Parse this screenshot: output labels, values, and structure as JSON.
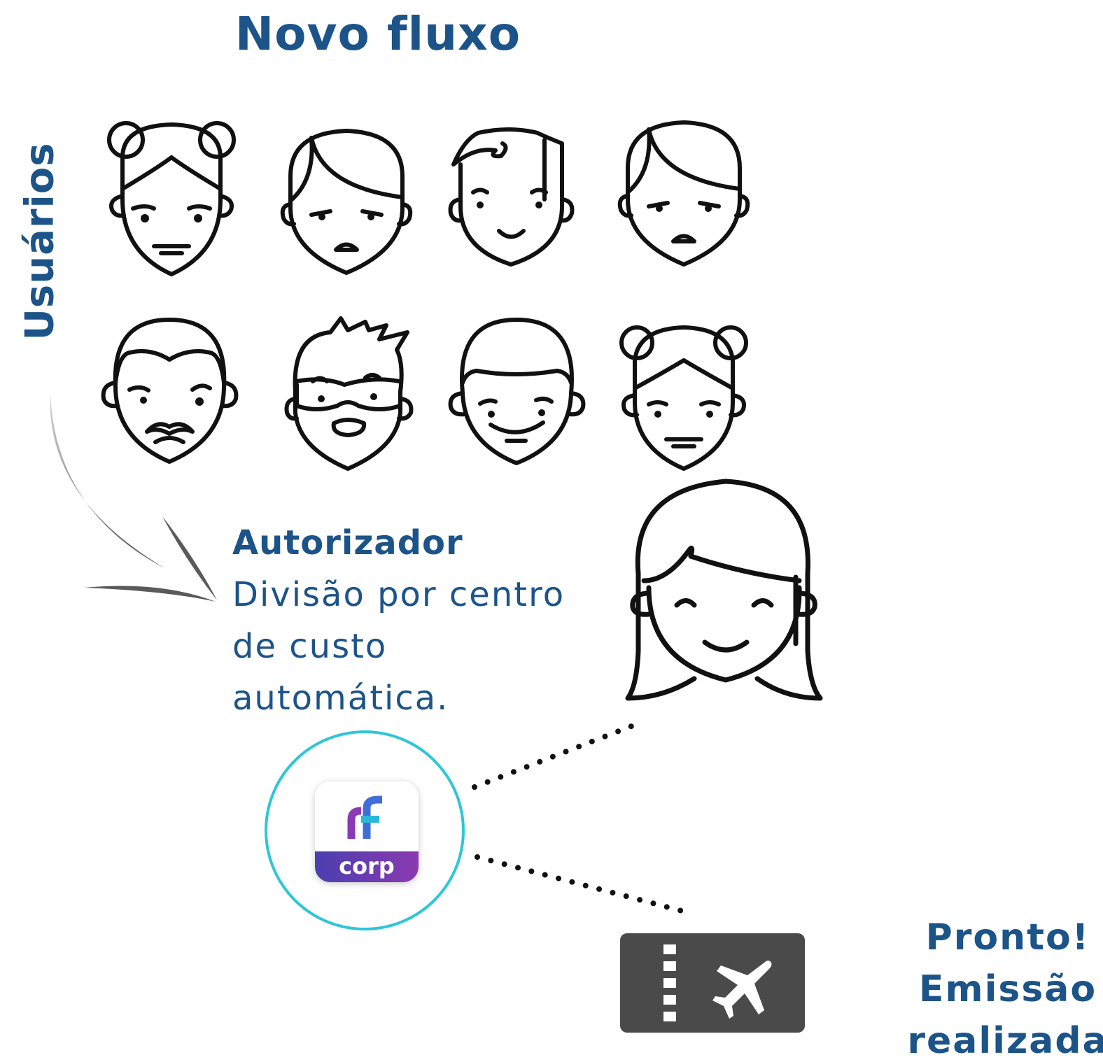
{
  "title": "Novo fluxo",
  "side_label": "Usuários",
  "authorizer": {
    "heading": "Autorizador",
    "lines": [
      "Divisão por centro",
      "de custo",
      "automática."
    ]
  },
  "app": {
    "band_label": "corp",
    "icon": "rf-corp-app-icon"
  },
  "done": {
    "lines": [
      "Pronto!",
      "Emissão",
      "realizada"
    ]
  },
  "icons": {
    "users": [
      "woman-buns-face-icon",
      "man-face-icon",
      "boy-face-icon",
      "man-face-icon",
      "mustache-man-face-icon",
      "bearded-man-face-icon",
      "smiling-man-face-icon",
      "girl-buns-face-icon"
    ],
    "authorizer": "smiling-woman-face-icon",
    "arrow": "curved-arrow-icon",
    "ticket": "plane-ticket-icon"
  },
  "colors": {
    "text": "#1c5489",
    "circle": "#2ec6d8",
    "ticket": "#4a4a4a"
  }
}
